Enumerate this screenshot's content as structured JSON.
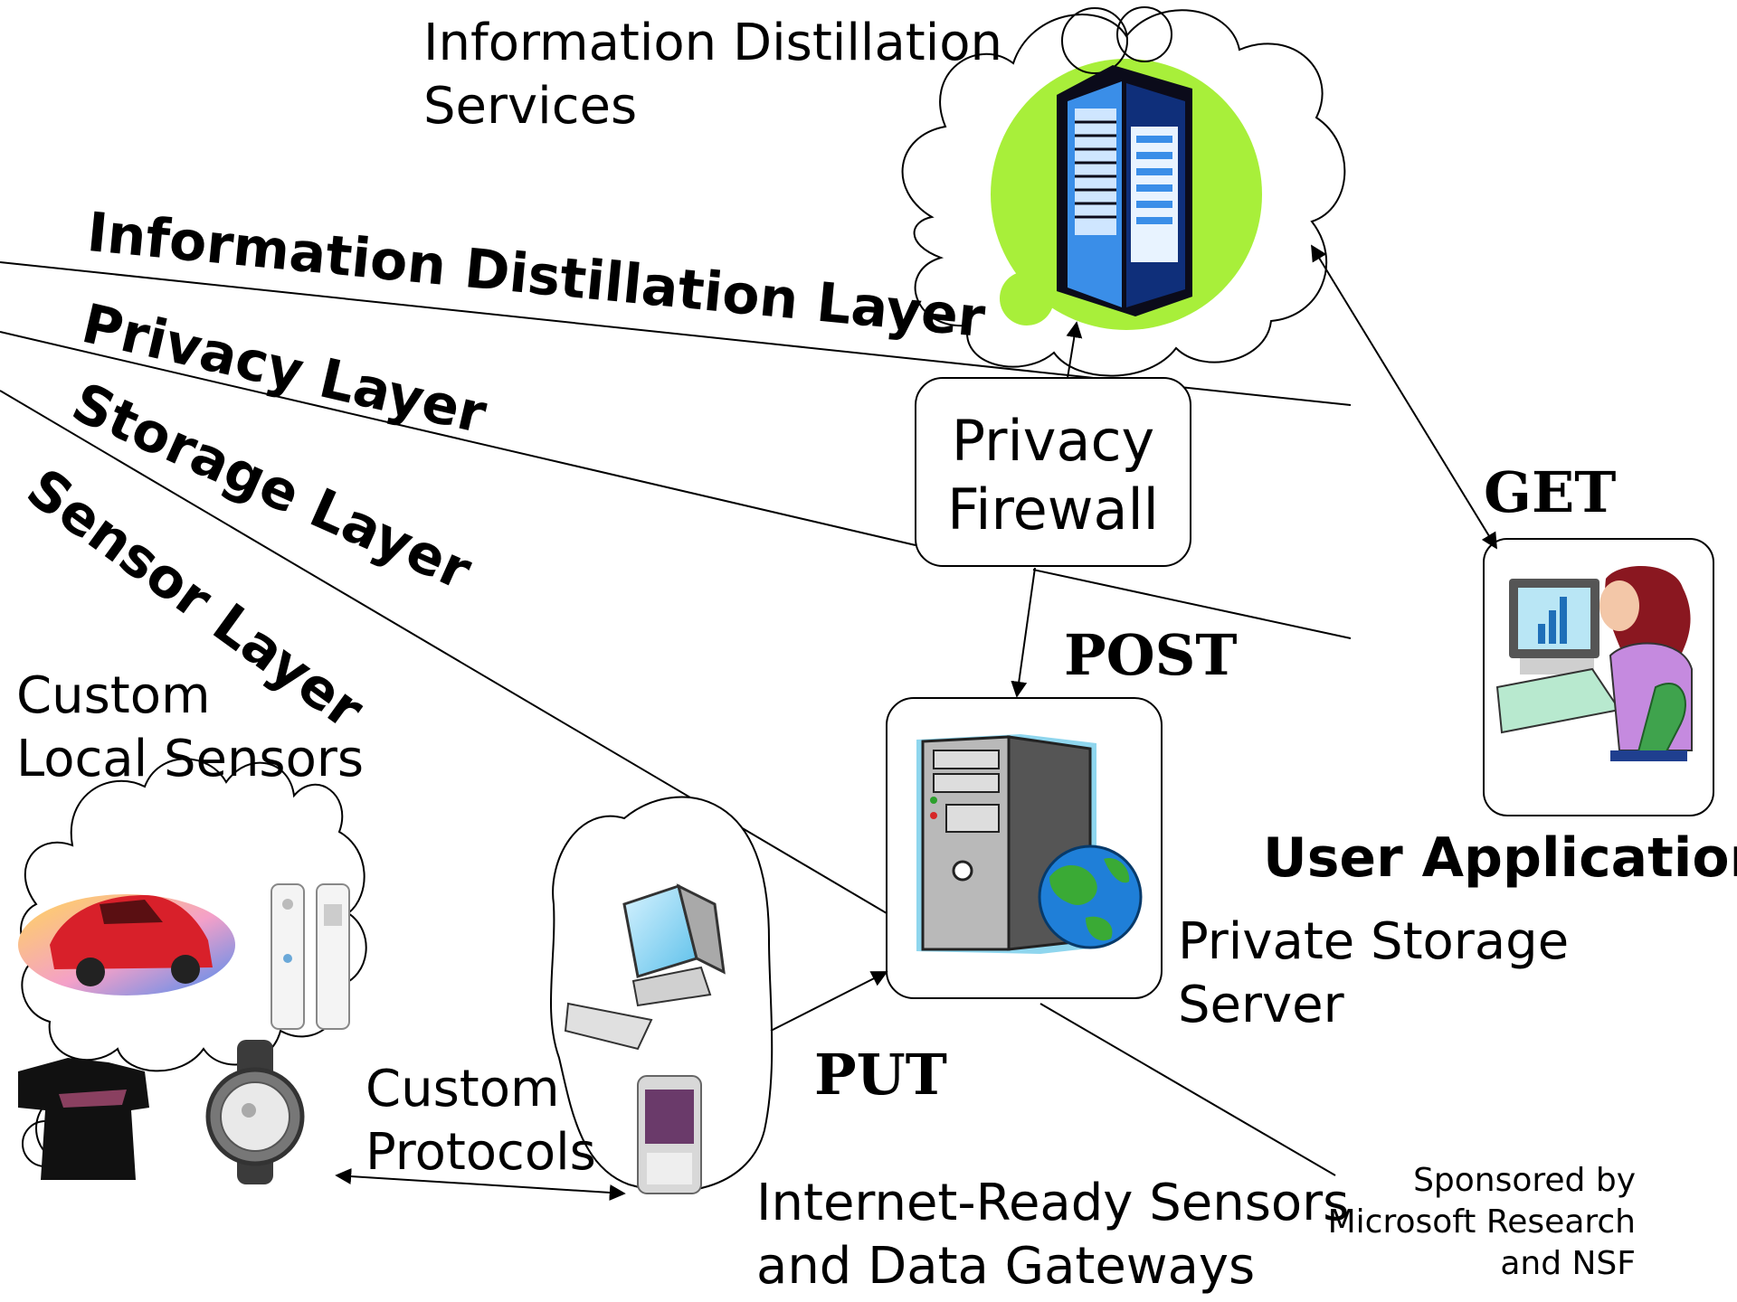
{
  "labels": {
    "ids_line1": "Information Distillation",
    "ids_line2": "Services",
    "layer_distillation": "Information Distillation Layer",
    "layer_privacy": "Privacy Layer",
    "layer_storage": "Storage Layer",
    "layer_sensor": "Sensor Layer",
    "firewall_line1": "Privacy",
    "firewall_line2": "Firewall",
    "get": "GET",
    "post": "POST",
    "put": "PUT",
    "user_application": "User Application",
    "private_storage_line1": "Private Storage",
    "private_storage_line2": "Server",
    "custom_sensors_line1": "Custom",
    "custom_sensors_line2": "Local Sensors",
    "custom_protocols_line1": "Custom",
    "custom_protocols_line2": "Protocols",
    "gateways_line1": "Internet-Ready Sensors",
    "gateways_line2": "and Data Gateways",
    "sponsor_line1": "Sponsored by",
    "sponsor_line2": "Microsoft Research",
    "sponsor_line3": "and NSF"
  },
  "icons": [
    "server-rack-icon",
    "tower-server-icon",
    "globe-icon",
    "user-at-computer-icon",
    "desktop-computer-icon",
    "mobile-phone-icon",
    "car-icon",
    "game-controller-icon",
    "t-shirt-icon",
    "smart-watch-icon"
  ],
  "colors": {
    "cloud_accent": "#a8ef3a",
    "server_blue": "#3a8ee8",
    "server_dark": "#0b0b1a",
    "globe_blue": "#1f7fd8",
    "globe_green": "#3aaa35",
    "person_shirt": "#c58adf",
    "chair_green": "#3fa34d",
    "car_red": "#d8202a"
  }
}
